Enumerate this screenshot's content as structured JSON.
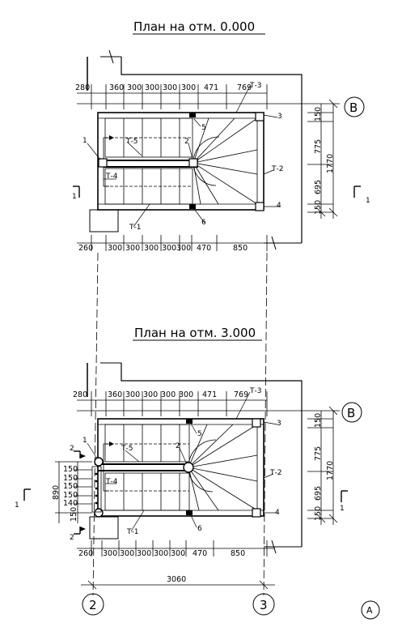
{
  "plans": [
    {
      "title": "План на отм. 0.000",
      "top_dims": [
        "280",
        "360",
        "300",
        "300",
        "300",
        "300",
        "471",
        "769"
      ],
      "bottom_dims": [
        "260",
        "300",
        "300",
        "300",
        "300",
        "300",
        "470",
        "850"
      ],
      "right_dims": [
        "150",
        "775",
        "695",
        "150"
      ],
      "right_total": "1770",
      "section_marks": [
        "1",
        "1"
      ],
      "labels": {
        "T1": "Т-1",
        "T2": "Т-2",
        "T3": "Т-3",
        "T4": "Т-4",
        "T5": "Т-5",
        "n1": "1",
        "n2": "2",
        "n3": "3",
        "n4": "4",
        "n5": "5",
        "n6": "6"
      },
      "axis_b": "В"
    },
    {
      "title": "План на отм. 3.000",
      "top_dims": [
        "280",
        "360",
        "300",
        "300",
        "300",
        "300",
        "471",
        "769"
      ],
      "bottom_dims": [
        "260",
        "300",
        "300",
        "300",
        "300",
        "300",
        "470",
        "850"
      ],
      "right_dims": [
        "150",
        "775",
        "695",
        "150"
      ],
      "right_total": "1770",
      "left_dims": [
        "150",
        "150",
        "150",
        "150",
        "140",
        "150"
      ],
      "left_total": "890",
      "section_marks": [
        "1",
        "1"
      ],
      "section_marks_2": [
        "2",
        "2"
      ],
      "labels": {
        "T1": "Т-1",
        "T2": "Т-2",
        "T3": "Т-3",
        "T4": "Т-4",
        "T5": "Т-5",
        "n1": "1",
        "n2": "2",
        "n3": "3",
        "n4": "4",
        "n5": "5",
        "n6": "6"
      },
      "axis_b": "В",
      "total_width": "3060"
    }
  ],
  "axes": {
    "left": "2",
    "right": "3",
    "corner": "А"
  }
}
